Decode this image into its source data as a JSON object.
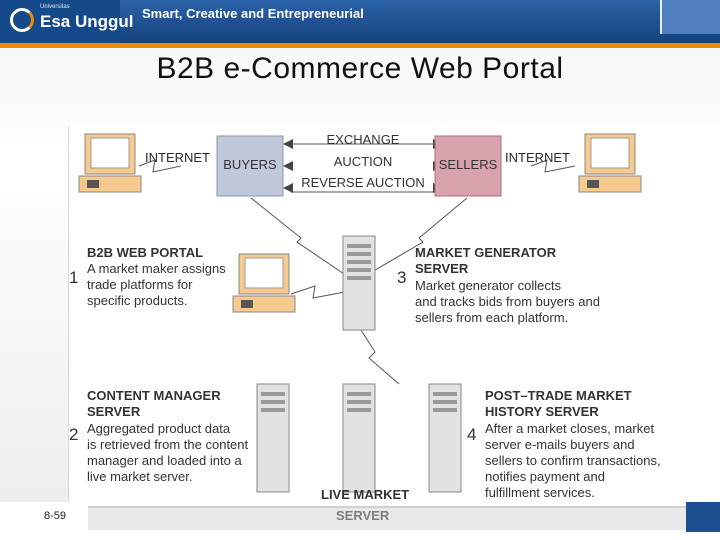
{
  "header": {
    "logo_small_text": "Universitas",
    "logo_name": "Esa Unggul",
    "tagline": "Smart, Creative and Entrepreneurial"
  },
  "title": "B2B e-Commerce Web Portal",
  "diagram": {
    "internet_left": "INTERNET",
    "internet_right": "INTERNET",
    "buyers": "BUYERS",
    "sellers": "SELLERS",
    "exchange": "EXCHANGE",
    "auction": "AUCTION",
    "reverse_auction": "REVERSE AUCTION",
    "step1_num": "1",
    "step1_heading": "B2B WEB PORTAL",
    "step1_lines": [
      "A market maker assigns",
      "trade platforms for",
      "specific products."
    ],
    "step2_num": "2",
    "step2_heading": [
      "CONTENT MANAGER",
      "SERVER"
    ],
    "step2_lines": [
      "Aggregated product data",
      "is retrieved from the content",
      "manager and loaded into a",
      "live market server."
    ],
    "step3_num": "3",
    "step3_heading": [
      "MARKET GENERATOR",
      "SERVER"
    ],
    "step3_lines": [
      "Market generator collects",
      "and tracks bids from buyers and",
      "sellers from each platform."
    ],
    "step4_num": "4",
    "step4_heading": [
      "POST–TRADE MARKET",
      "HISTORY SERVER"
    ],
    "step4_lines": [
      "After a market closes, market",
      "server e-mails buyers and",
      "sellers to confirm transactions,",
      "notifies payment and",
      "fulfillment services."
    ],
    "live_market": "LIVE MARKET",
    "server": "SERVER"
  },
  "footer": {
    "slide_number": "8-59"
  },
  "colors": {
    "header_blue": "#154a8a",
    "accent_orange": "#f08a00",
    "buyers_box": "#bfc9da",
    "sellers_box": "#d9a3ad"
  }
}
